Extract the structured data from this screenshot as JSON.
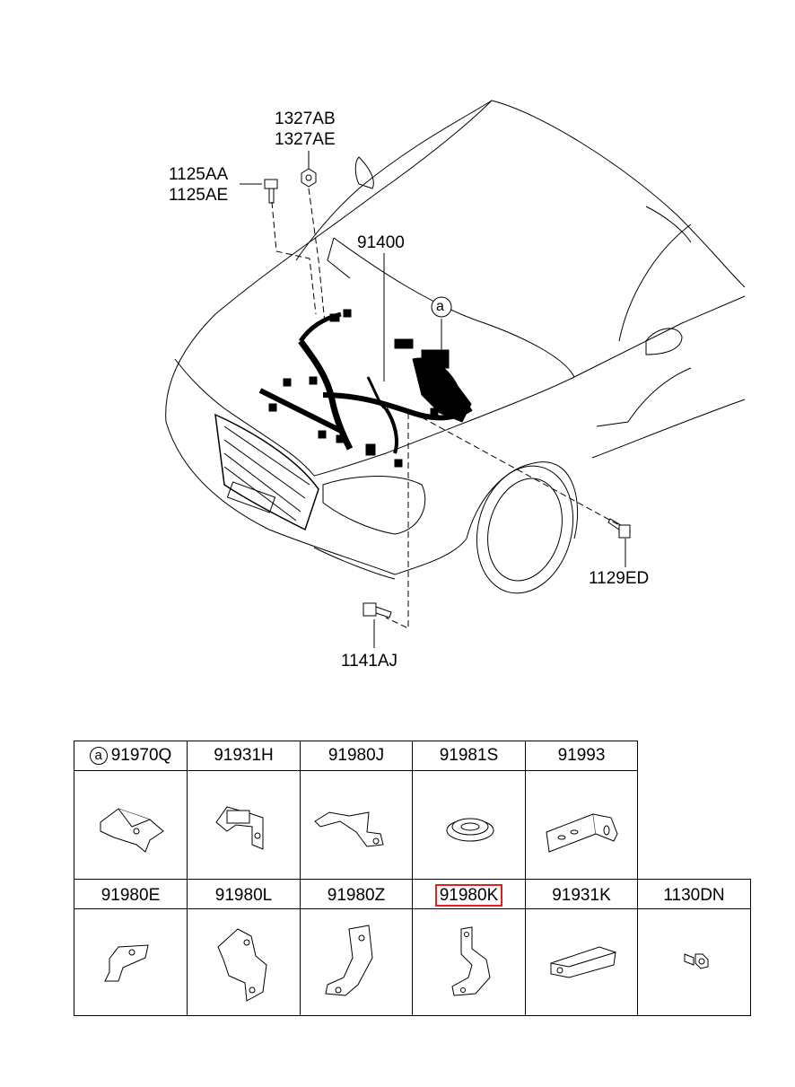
{
  "callouts": {
    "c1327a": "1327AB",
    "c1327b": "1327AE",
    "c1125a": "1125AA",
    "c1125b": "1125AE",
    "c91400": "91400",
    "ca": "a",
    "c1129": "1129ED",
    "c1141": "1141AJ"
  },
  "table": {
    "row1": [
      {
        "marker": "a",
        "code": "91970Q",
        "icon": "bent-bracket-icon"
      },
      {
        "code": "91931H",
        "icon": "clip-bracket-icon"
      },
      {
        "code": "91980J",
        "icon": "z-bracket-icon"
      },
      {
        "code": "91981S",
        "icon": "grommet-icon"
      },
      {
        "code": "91993",
        "icon": "angle-bracket-icon"
      }
    ],
    "row2": [
      {
        "code": "91980E",
        "icon": "small-bracket-icon"
      },
      {
        "code": "91980L",
        "icon": "stepped-bracket-icon"
      },
      {
        "code": "91980Z",
        "icon": "l-bracket-icon"
      },
      {
        "code": "91980K",
        "icon": "s-bracket-icon",
        "highlighted": true
      },
      {
        "code": "91931K",
        "icon": "channel-bracket-icon"
      },
      {
        "code": "1130DN",
        "icon": "bolt-icon"
      }
    ]
  },
  "colors": {
    "highlight": "#e02020",
    "line": "#000000"
  }
}
